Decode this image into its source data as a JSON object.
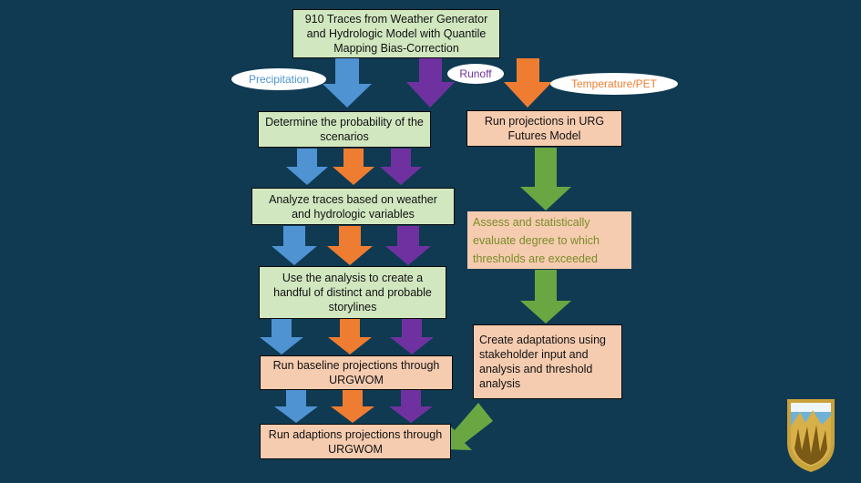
{
  "colors": {
    "background": "#0f3a52",
    "precipitation": "#4f93d3",
    "runoff": "#7031a0",
    "temperature": "#ef7d31",
    "flow": "#6aa742",
    "green_box": "#d1e7c0",
    "peach_box": "#f6ccb0"
  },
  "top_box": "910 Traces from Weather Generator and Hydrologic Model with Quantile Mapping Bias-Correction",
  "labels": {
    "precipitation": "Precipitation",
    "runoff": "Runoff",
    "temperature": "Temperature/PET"
  },
  "left_column": {
    "probability": "Determine the probability of the scenarios",
    "analyze": "Analyze traces based on weather and hydrologic variables",
    "storylines": "Use the analysis to create a handful of distinct and probable storylines",
    "baseline": "Run baseline projections through URGWOM",
    "adaptions": "Run adaptions projections through URGWOM"
  },
  "right_column": {
    "urg_futures": "Run projections in URG Futures Model",
    "assess": "Assess and statistically evaluate degree to which thresholds are exceeded",
    "adaptations": "Create adaptations using stakeholder input and analysis and threshold analysis"
  },
  "logo_icon": "reclamation-shield-icon"
}
